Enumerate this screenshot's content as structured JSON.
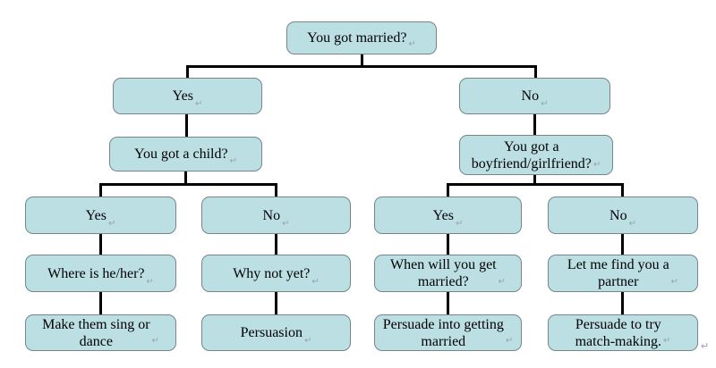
{
  "flowchart": {
    "title": "Marriage small-talk decision tree",
    "break_mark": "↵",
    "colors": {
      "box_fill": "#bcdfe4",
      "box_border": "#75858b",
      "connector": "#000000",
      "break_mark": "#97a2b2",
      "background": "#ffffff",
      "text": "#000000"
    },
    "nodes": [
      {
        "id": "root",
        "text": "You got married?"
      },
      {
        "id": "married-yes",
        "text": "Yes"
      },
      {
        "id": "married-no",
        "text": "No"
      },
      {
        "id": "child-question",
        "text": "You got a child?"
      },
      {
        "id": "partner-question",
        "text": "You got a\nboyfriend/girlfriend?"
      },
      {
        "id": "child-yes",
        "text": "Yes"
      },
      {
        "id": "child-no",
        "text": "No"
      },
      {
        "id": "partner-yes",
        "text": "Yes"
      },
      {
        "id": "partner-no",
        "text": "No"
      },
      {
        "id": "where-is-child",
        "text": "Where is he/her?"
      },
      {
        "id": "why-not-yet",
        "text": "Why not yet?"
      },
      {
        "id": "when-married",
        "text": "When will you get\nmarried?"
      },
      {
        "id": "find-partner",
        "text": "Let me find you a\npartner"
      },
      {
        "id": "sing-or-dance",
        "text": "Make them sing or\ndance"
      },
      {
        "id": "persuasion",
        "text": "Persuasion"
      },
      {
        "id": "persuade-marry",
        "text": "Persuade into getting\nmarried"
      },
      {
        "id": "match-making",
        "text": "Persuade to try\nmatch-making."
      }
    ]
  }
}
